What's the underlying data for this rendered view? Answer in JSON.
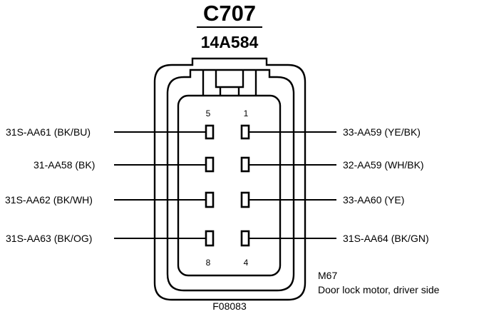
{
  "connector": {
    "id": "C707",
    "part_number": "14A584"
  },
  "pin_numbers": {
    "top_left": "5",
    "top_right": "1",
    "bottom_left": "8",
    "bottom_right": "4"
  },
  "circuits_left": [
    "31S-AA61 (BK/BU)",
    "31-AA58 (BK)",
    "31S-AA62 (BK/WH)",
    "31S-AA63 (BK/OG)"
  ],
  "circuits_right": [
    "33-AA59 (YE/BK)",
    "32-AA59 (WH/BK)",
    "33-AA60 (YE)",
    "31S-AA64 (BK/GN)"
  ],
  "component": {
    "code": "M67",
    "description": "Door lock motor, driver side"
  },
  "figure_id": "F08083"
}
